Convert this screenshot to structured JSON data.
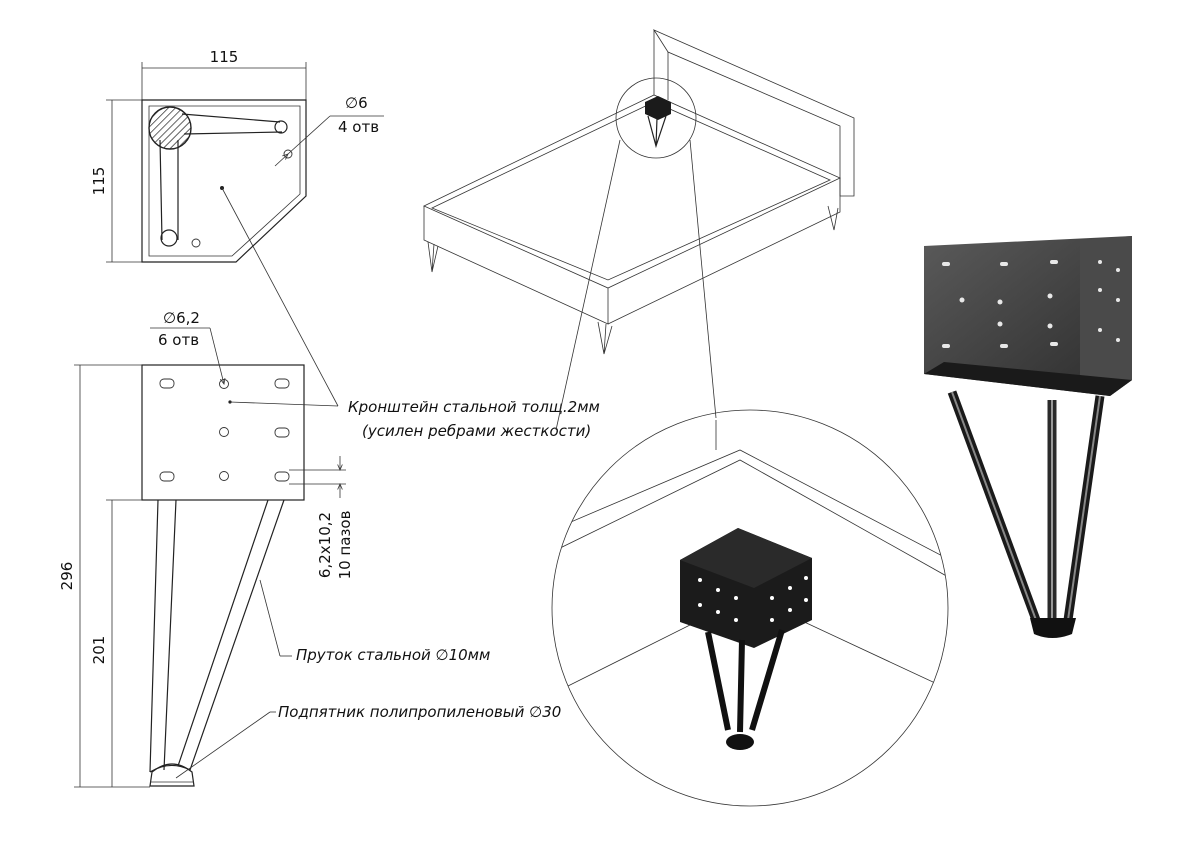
{
  "top_view": {
    "width_dim": "115",
    "height_dim": "115",
    "hole_diameter": "∅6",
    "hole_count": "4 отв"
  },
  "front_view": {
    "hole_diameter": "∅6,2",
    "hole_count": "6 отв",
    "total_height": "296",
    "leg_height": "201",
    "slot_size": "6,2х10,2",
    "slot_count": "10 пазов"
  },
  "callouts": {
    "bracket_line1": "Кронштейн стальной толщ.2мм",
    "bracket_line2": "(усилен ребрами жесткости)",
    "rod": "Пруток стальной  ∅10мм",
    "foot": "Подпятник полипропиленовый  ∅30"
  },
  "colors": {
    "line": "#222222",
    "metal_dark": "#1b1b1b",
    "metal_render": "#3a3a3a"
  }
}
